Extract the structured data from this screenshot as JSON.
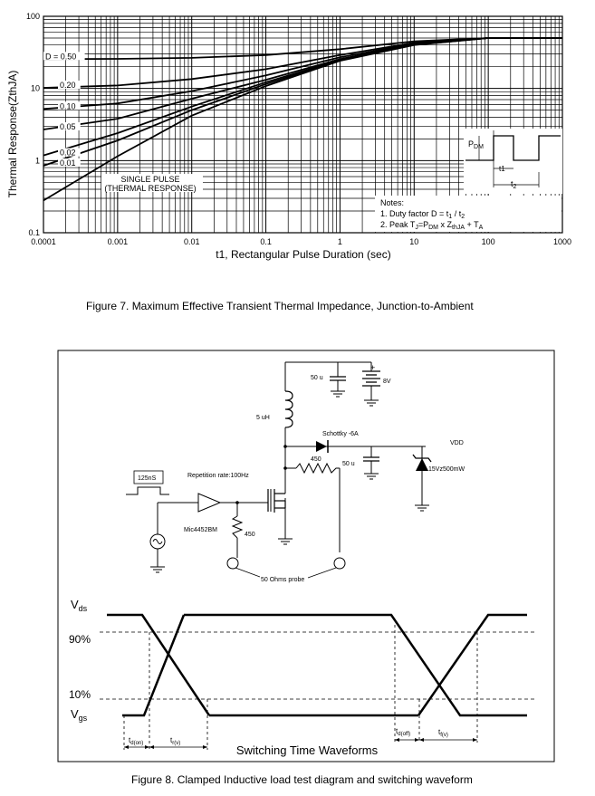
{
  "figure7": {
    "caption": "Figure 7. Maximum Effective Transient Thermal Impedance, Junction-to-Ambient",
    "chart_data": {
      "type": "line",
      "title": "",
      "xlabel": "t1, Rectangular Pulse Duration (sec)",
      "ylabel": "Thermal Response(ZthJA)",
      "x_scale": "log",
      "y_scale": "log",
      "xlim": [
        0.0001,
        1000
      ],
      "ylim": [
        0.1,
        100
      ],
      "grid": true,
      "x_ticks": [
        "0.0001",
        "0.001",
        "0.01",
        "0.1",
        "1",
        "10",
        "100",
        "1000"
      ],
      "y_ticks": [
        "0.1",
        "1",
        "10",
        "100"
      ],
      "x": [
        0.0001,
        0.001,
        0.01,
        0.1,
        1,
        10,
        100,
        1000
      ],
      "series": [
        {
          "name": "D = 0.50",
          "values": [
            25.5,
            25.7,
            26.5,
            29,
            35,
            45,
            50,
            50
          ]
        },
        {
          "name": "0.20",
          "values": [
            10.2,
            11,
            13.5,
            18.5,
            29,
            43,
            50,
            50
          ]
        },
        {
          "name": "0.10",
          "values": [
            5.2,
            6.2,
            9.2,
            15.2,
            27,
            42,
            50,
            50
          ]
        },
        {
          "name": "0.05",
          "values": [
            2.7,
            3.8,
            7.2,
            13.2,
            25.5,
            41,
            50,
            50
          ]
        },
        {
          "name": "0.02",
          "values": [
            1.18,
            2.4,
            5.6,
            12.2,
            24.8,
            40.5,
            50,
            50
          ]
        },
        {
          "name": "0.01",
          "values": [
            0.85,
            1.9,
            5,
            11.5,
            24.5,
            40.5,
            50,
            50
          ]
        },
        {
          "name": "SINGLE PULSE",
          "values": [
            0.28,
            1.15,
            4.2,
            10.8,
            24.2,
            40,
            50,
            50
          ]
        }
      ],
      "annotations": {
        "single_pulse_line1": "SINGLE PULSE",
        "single_pulse_line2": "(THERMAL RESPONSE)",
        "notes_title": "Notes:",
        "note1_prefix": "1. Duty factor D = t",
        "note1_mid": " / t",
        "note2_a": "2. Peak T",
        "note2_b": "=P",
        "note2_c": " x  Z",
        "note2_d": " + T",
        "sub_1": "1",
        "sub_2": "2",
        "sub_j": "J",
        "sub_dm": "DM",
        "sub_thja": "thJA",
        "sub_a": "A",
        "pulse_label_p": "P",
        "pulse_label_dm": "DM",
        "pulse_t1": "t1",
        "pulse_t2": "t",
        "pulse_t2_sub": "2"
      }
    }
  },
  "figure8": {
    "caption": "Figure 8.  Clamped Inductive load test diagram and switching waveform",
    "circuit": {
      "cap_top": "50 u",
      "battery": "8V",
      "inductor": "5 uH",
      "schottky": "Schottky -6A",
      "vdd": "VDD",
      "resistor_top": "450",
      "cap_mid": "50 u",
      "zener": "15Vz500mW",
      "pulse_width": "125nS",
      "rep_rate": "Repetition rate:100Hz",
      "driver": "Mic4452BM",
      "resistor_low": "450",
      "probe": "50 Ohms probe"
    },
    "waveform": {
      "title": "Switching Time Waveforms",
      "vds_main": "V",
      "vds_sub": "ds",
      "vgs_main": "V",
      "vgs_sub": "gs",
      "p90": "90%",
      "p10": "10%",
      "td_on_main": "t",
      "td_on_sub": "d(on)",
      "tr_main": "t",
      "tr_sub": "r(v)",
      "td_off_main": "t",
      "td_off_sub": "d(off)",
      "tf_main": "t",
      "tf_sub": "f(v)"
    }
  }
}
